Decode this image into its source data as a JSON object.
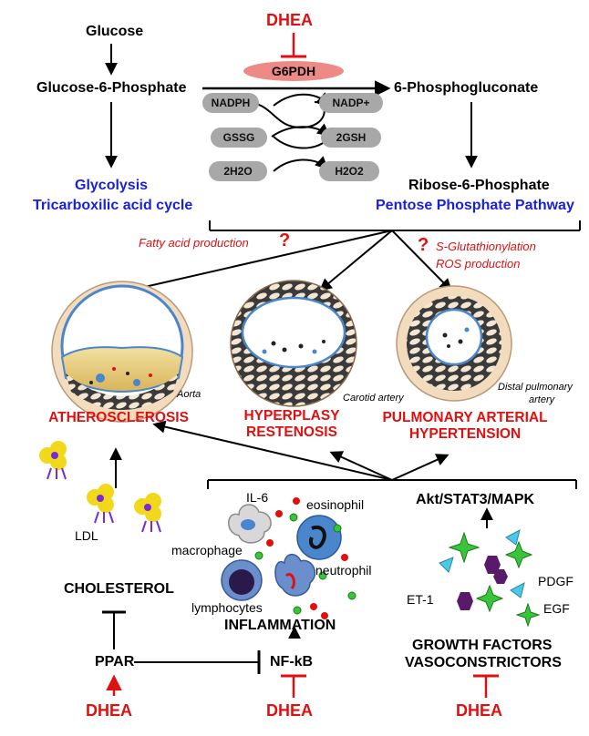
{
  "inhibitor": "DHEA",
  "enzyme": "G6PDH",
  "metabolites": {
    "glucose": "Glucose",
    "g6p": "Glucose-6-Phosphate",
    "pg6": "6-Phosphogluconate",
    "r5p": "Ribose-6-Phosphate"
  },
  "cofactors": {
    "nadph": "NADPH",
    "nadp": "NADP+",
    "gssg": "GSSG",
    "gsh": "2GSH",
    "h2o": "2H2O",
    "h2o2": "H2O2"
  },
  "pathways": {
    "glycolysis": "Glycolysis",
    "tca": "Tricarboxilic acid cycle",
    "ppp": "Pentose Phosphate Pathway"
  },
  "mechanisms": {
    "fatty_acid": "Fatty acid production",
    "glutathionylation": "S-Glutathionylation",
    "ros": "ROS production",
    "question": "?"
  },
  "vessels": {
    "aorta": "Aorta",
    "carotid": "Carotid artery",
    "distal_line1": "Distal pulmonary",
    "distal_line2": "artery"
  },
  "diseases": {
    "atherosclerosis": "ATHEROSCLEROSIS",
    "hyperplasy": "HYPERPLASY",
    "restenosis": "RESTENOSIS",
    "pah_line1": "PULMONARY ARTERIAL",
    "pah_line2": "HYPERTENSION"
  },
  "lipids": {
    "ldl": "LDL",
    "cholesterol": "CHOLESTEROL",
    "ppar": "PPAR"
  },
  "inflammation": {
    "il6": "IL-6",
    "eosinophil": "eosinophil",
    "macrophage": "macrophage",
    "neutrophil": "neutrophil",
    "lymphocytes": "lymphocytes",
    "title": "INFLAMMATION",
    "nfkb": "NF-kB"
  },
  "growth": {
    "signaling": "Akt/STAT3/MAPK",
    "pdgf": "PDGF",
    "et1": "ET-1",
    "egf": "EGF",
    "title_line1": "GROWTH FACTORS",
    "title_line2": "VASOCONSTRICTORS"
  },
  "colors": {
    "red": "#e01010",
    "blue": "#1a22d8",
    "enzyme_fill": "#ee8a86",
    "pill_fill": "#a8a8a8",
    "vessel_ring": "#f3dcbe",
    "lumen_line": "#4a86cc"
  }
}
